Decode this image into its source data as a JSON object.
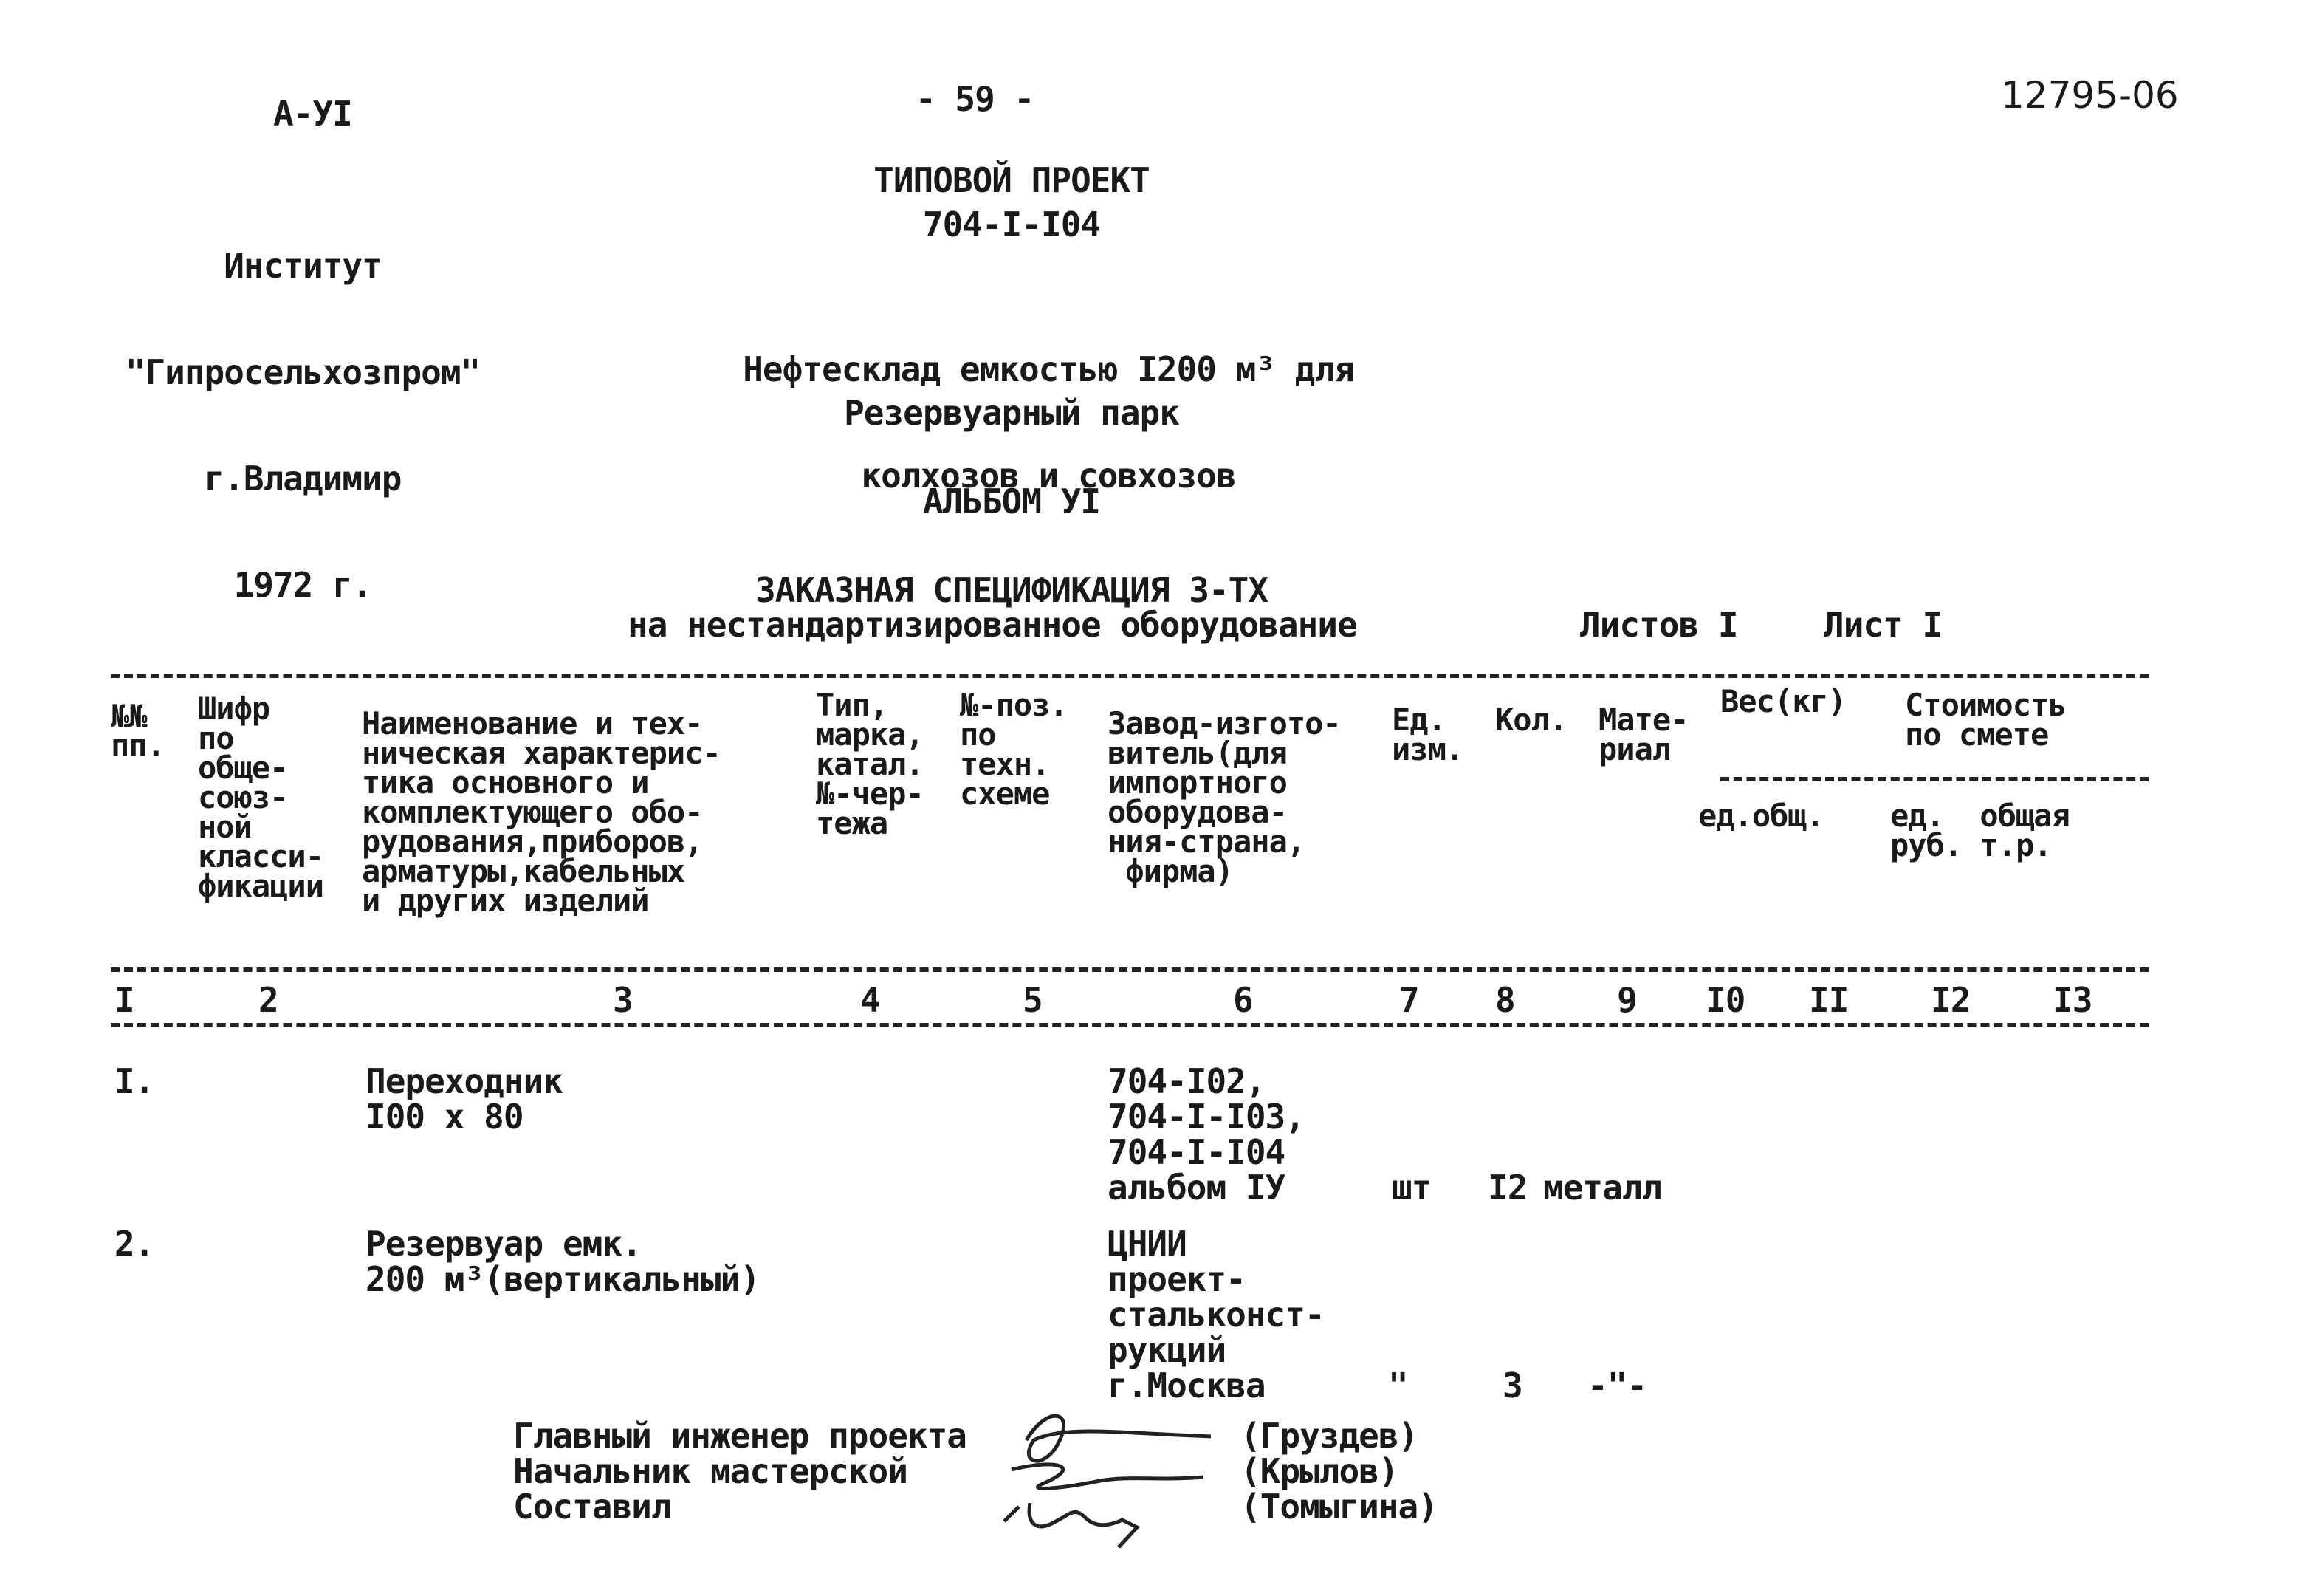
{
  "header": {
    "album_code": "А-УI",
    "page_number": "- 59 -",
    "archive_number": "12795-06",
    "institute": [
      "Институт",
      "\"Гипросельхозпром\"",
      "г.Владимир",
      "1972 г."
    ],
    "project_type": "ТИПОВОЙ ПРОЕКТ",
    "project_code": "704-I-I04",
    "title_line1": "Нефтесклад емкостью I200 м³ для",
    "title_line2": "колхозов и совхозов",
    "subtitle": "Резервуарный парк",
    "album": "АЛЬБОМ УI",
    "spec_title": "ЗАКАЗНАЯ СПЕЦИФИКАЦИЯ 3-ТХ",
    "spec_subtitle": "на нестандартизированное оборудование",
    "sheets_label": "Листов I",
    "sheet_label": "Лист I"
  },
  "table": {
    "headers": {
      "col1": "№№\nпп.",
      "col2": "Шифр\nпо\nобще-\nсоюз-\nной\nкласси-\nфикации",
      "col3": "Наименование и тех-\nническая характерис-\nтика основного и\nкомплектующего обо-\nрудования,приборов,\nарматуры,кабельных\nи других изделий",
      "col4": "Тип,\nмарка,\nкатал.\n№-чер-\nтежа",
      "col5": "№-поз.\nпо\nтехн.\nсхеме",
      "col6": "Завод-изгото-\nвитель(для\nимпортного\nоборудова-\nния-страна,\n фирма)",
      "col7": "Ед.\nизм.",
      "col8": "Кол.",
      "col9": "Мате-\nриал",
      "weight": "Вес(кг)",
      "weight_sub": "ед.общ.",
      "cost": "Стоимость\nпо смете",
      "cost_sub": "ед.  общая\nруб. т.р."
    },
    "column_numbers": [
      "I",
      "2",
      "3",
      "4",
      "5",
      "6",
      "7",
      "8",
      "9",
      "I0",
      "II",
      "I2",
      "I3"
    ],
    "rows": [
      {
        "num": "I.",
        "name": "Переходник\nI00 х 80",
        "maker": "704-I02,\n704-I-I03,\n704-I-I04\nальбом IУ",
        "unit": "шт",
        "qty": "I2",
        "material": "металл"
      },
      {
        "num": "2.",
        "name": "Резервуар емк.\n200 м³(вертикальный)",
        "maker": "ЦНИИ\nпроект-\nстальконст-\nрукций\nг.Москва",
        "unit": "\"",
        "qty": "3",
        "material": "-\"-"
      }
    ]
  },
  "signatures": {
    "roles": "Главный инженер проекта\nНачальник мастерской\nСоставил",
    "names": "(Груздев)\n(Крылов)\n(Томыгина)"
  }
}
